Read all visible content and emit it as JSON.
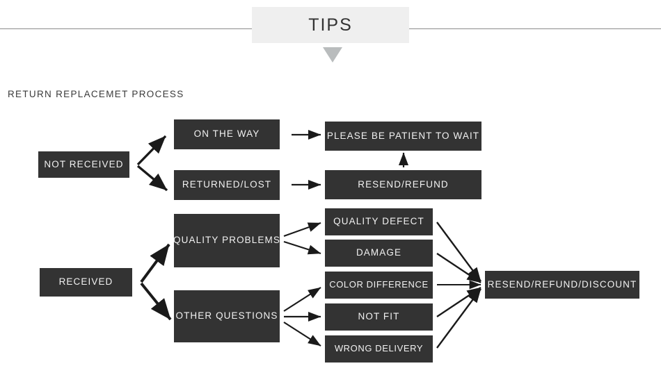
{
  "header": {
    "tips_label": "TIPS",
    "caret_icon": "triangle-down-icon",
    "rule_color": "#8a8a8a",
    "box_color": "#efefef",
    "caret_color": "#b9bcbd"
  },
  "section": {
    "title": "RETURN REPLACEMET PROCESS"
  },
  "theme": {
    "node_fill": "#333333",
    "node_text": "#f2f2f2",
    "arrow_color": "#1a1a1a",
    "page_background": "#ffffff"
  },
  "flow": {
    "not_received_group": {
      "source": {
        "label": "NOT RECEIVED"
      },
      "branches": [
        {
          "label": "ON THE WAY",
          "result": {
            "label": "PLEASE BE PATIENT TO WAIT"
          }
        },
        {
          "label": "RETURNED/LOST",
          "result": {
            "label": "RESEND/REFUND"
          }
        }
      ]
    },
    "received_group": {
      "source": {
        "label": "RECEIVED"
      },
      "branches": [
        {
          "label": "QUALITY PROBLEMS",
          "reasons": [
            {
              "label": "QUALITY DEFECT"
            },
            {
              "label": "DAMAGE"
            }
          ]
        },
        {
          "label": "OTHER QUESTIONS",
          "reasons": [
            {
              "label": "COLOR DIFFERENCE"
            },
            {
              "label": "NOT FIT"
            },
            {
              "label": "WRONG DELIVERY"
            }
          ]
        }
      ],
      "result": {
        "label": "RESEND/REFUND/DISCOUNT"
      }
    }
  }
}
